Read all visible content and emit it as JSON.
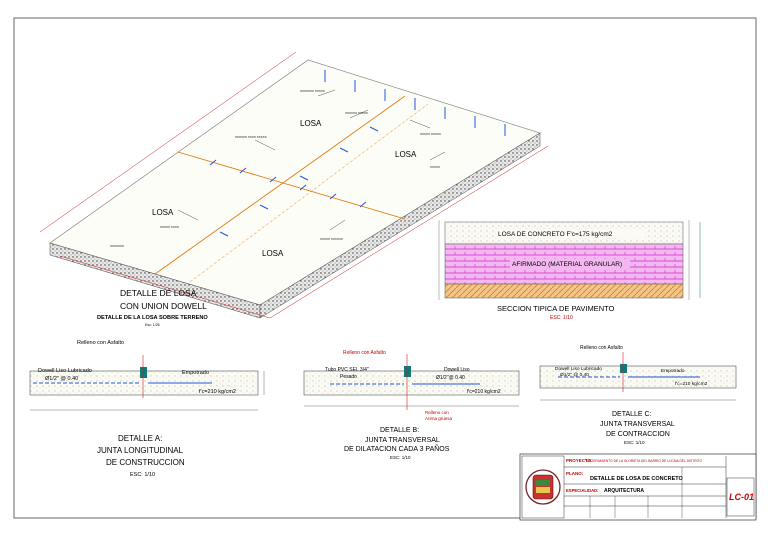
{
  "slab_detail": {
    "labels": {
      "losa": "LOSA"
    },
    "title_line1": "DETALLE DE LOSA",
    "title_line2": "CON UNION DOWELL",
    "subtitle": "DETALLE DE LA LOSA SOBRE TERRENO",
    "scale": "Esc: 1/25"
  },
  "pavement_section": {
    "concrete_label": "LOSA DE CONCRETO   F'c=175 kg/cm2",
    "base_label": "AFIRMADO (MATERIAL GRANULAR)",
    "title": "SECCION TIPICA DE PAVIMENTO",
    "scale": "ESC: 1/10"
  },
  "detail_a": {
    "sealant": "Relleno con Asfalto",
    "dowel": "Dowell Liso Lubricado",
    "dowel_spec": "Ø1/2\" @ 0.40",
    "embedded": "Empotrado",
    "concrete": "f'c=210 kg/cm2",
    "title1": "DETALLE A:",
    "title2": "JUNTA LONGITUDINAL",
    "title3": "DE CONSTRUCCION",
    "scale": "ESC: 1/10"
  },
  "detail_b": {
    "sealant": "Relleno con Asfalto",
    "pvc": "Tubo PVC SEL 3/4\"",
    "pvc2": "Pesado",
    "dowel": "Dowell Liso",
    "dowel_spec": "Ø1/2\"@ 0.40",
    "concrete": "f'c=210 kg/cm2",
    "filler": "Relleno con",
    "filler2": "Arena gruesa",
    "title1": "DETALLE B:",
    "title2": "JUNTA TRANSVERSAL",
    "title3": "DE DILATACION CADA 3 PAÑOS",
    "scale": "ESC: 1/10"
  },
  "detail_c": {
    "sealant": "Relleno con Asfalto",
    "dowel": "Dowell Liso Lubricado",
    "dowel_spec": "Ø1/2\" @ 0.40",
    "embedded": "Empotrado",
    "concrete": "f'c=210 kg/cm2",
    "title1": "DETALLE C:",
    "title2": "JUNTA TRANSVERSAL",
    "title3": "DE CONTRACCION",
    "scale": "ESC: 1/10"
  },
  "title_block": {
    "project_label": "PROYECTO:",
    "project_name": "\"MEJORAMIENTO DE LA GLORIETA DEL BARRIO DE LUCMA DEL DISTRITO",
    "plan_label": "PLANO:",
    "plan_name": "DETALLE DE LOSA DE CONCRETO",
    "specialty_label": "ESPECIALIDAD:",
    "specialty": "ARQUITECTURA",
    "sheet_code": "LC-01"
  },
  "colors": {
    "concrete_hatch": "#7a7a7a",
    "base_layer": "#cc33cc",
    "subgrade": "#e07a10",
    "dowel_blue": "#2255dd",
    "joint_red": "#cc2222",
    "dim_teal": "#117a77",
    "sheet_code_red": "#cc0000"
  }
}
